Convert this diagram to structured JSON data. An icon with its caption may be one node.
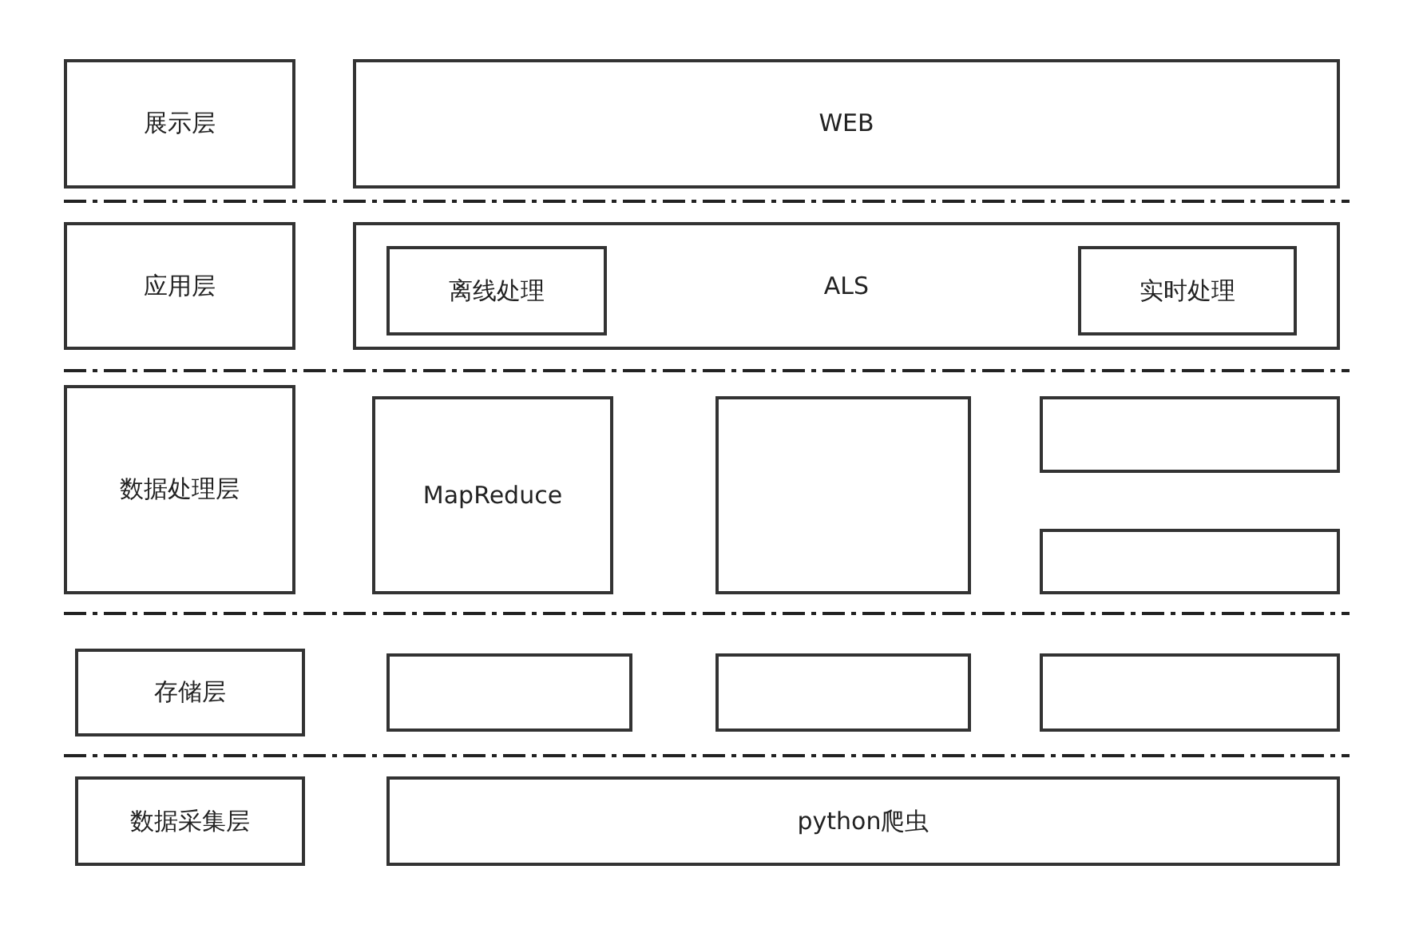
{
  "diagram": {
    "nodes": [
      {
        "text": [
          "展示层"
        ]
      },
      {
        "text": [
          "WEB"
        ]
      },
      {
        "text": [
          "应用层"
        ]
      },
      {
        "text": [
          "ALS"
        ]
      },
      {
        "text": [
          "离线处理"
        ],
        "in": 3
      },
      {
        "text": [
          "实时处理"
        ],
        "in": 3
      },
      {
        "text": [
          "数据处理层"
        ]
      },
      {
        "text": [
          "MapReduce"
        ]
      },
      {
        "text": [],
        "shape": "box"
      },
      {
        "text": [],
        "shape": "box"
      },
      {
        "text": [],
        "shape": "box"
      },
      {
        "text": [
          "存储层"
        ]
      },
      {
        "text": [],
        "shape": "box"
      },
      {
        "text": [],
        "shape": "box"
      },
      {
        "text": [],
        "shape": "box"
      },
      {
        "text": [
          "数据采集层"
        ]
      },
      {
        "text": [
          "python爬虫"
        ]
      }
    ]
  }
}
